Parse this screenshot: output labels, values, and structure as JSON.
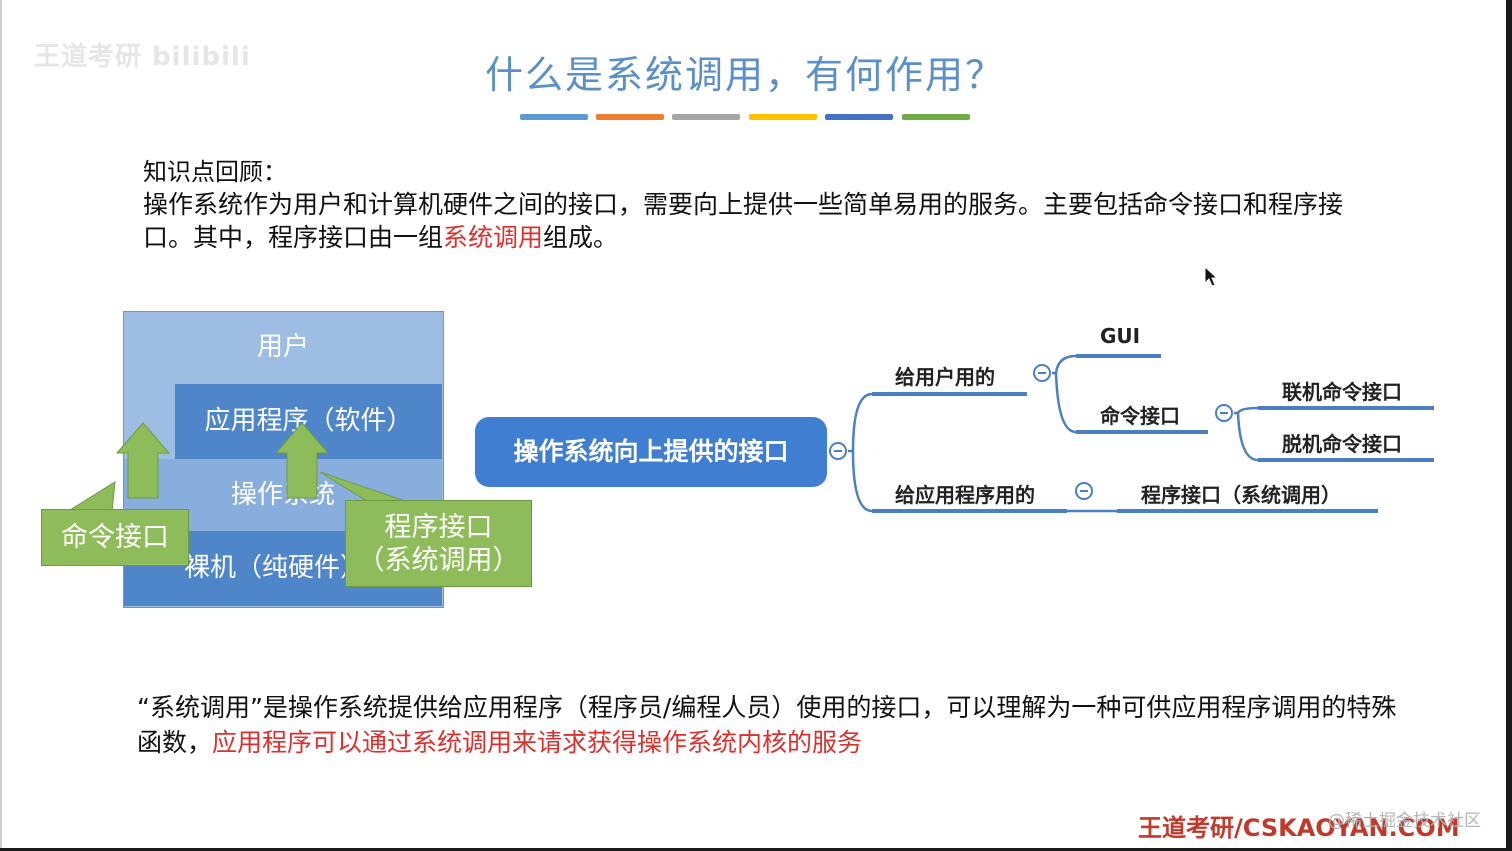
{
  "watermark": "王道考研 bilibili",
  "title": "什么是系统调用，有何作用？",
  "title_bar_colors": [
    "#5b9bd5",
    "#ed7d31",
    "#a5a5a5",
    "#ffc000",
    "#4472c4",
    "#70ad47"
  ],
  "recall": {
    "label": "知识点回顾：",
    "text_part1": "操作系统作为用户和计算机硬件之间的接口，需要向上提供一些简单易用的服务。主要包括命令接口和程序接口。其中，程序接口由一组",
    "highlight": "系统调用",
    "text_part2": "组成。"
  },
  "layers": {
    "user": "用户",
    "app": "应用程序（软件）",
    "os": "操作系统",
    "hardware": "裸机（纯硬件）"
  },
  "callouts": {
    "command": "命令接口",
    "program_line1": "程序接口",
    "program_line2": "（系统调用）"
  },
  "mindmap": {
    "root": "操作系统向上提供的接口",
    "for_user": "给用户用的",
    "gui": "GUI",
    "command_interface": "命令接口",
    "online_command": "联机命令接口",
    "offline_command": "脱机命令接口",
    "for_app": "给应用程序用的",
    "program_interface": "程序接口（系统调用）"
  },
  "explain": {
    "text_part1": "“系统调用”是操作系统提供给应用程序（程序员/编程人员）使用的接口，可以理解为一种可供应用程序调用的特殊函数，",
    "highlight": "应用程序可以通过系统调用来请求获得操作系统内核的服务"
  },
  "footer": {
    "brand": "王道考研/CSKAOYAN.COM",
    "watermark": "@稀土掘金技术社区"
  }
}
